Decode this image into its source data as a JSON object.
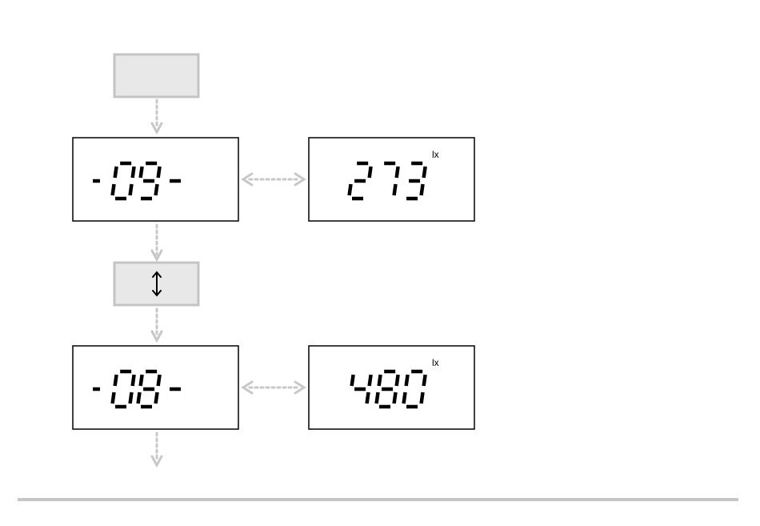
{
  "colors": {
    "arrow": "#c8c8c8",
    "key_fill": "#e8e8e8",
    "key_stroke": "#c4c4c4",
    "lcd_stroke": "#000000",
    "segment": "#000000",
    "divider": "#c6c6c6"
  },
  "top_key": {
    "icon": ""
  },
  "updown_key": {
    "icon": "up-down-arrow-icon"
  },
  "rows": [
    {
      "index_display": "-09-",
      "index_digits": "09",
      "value_display": "273",
      "unit": "lx"
    },
    {
      "index_display": "-08-",
      "index_digits": "08",
      "value_display": "480",
      "unit": "lx"
    }
  ]
}
